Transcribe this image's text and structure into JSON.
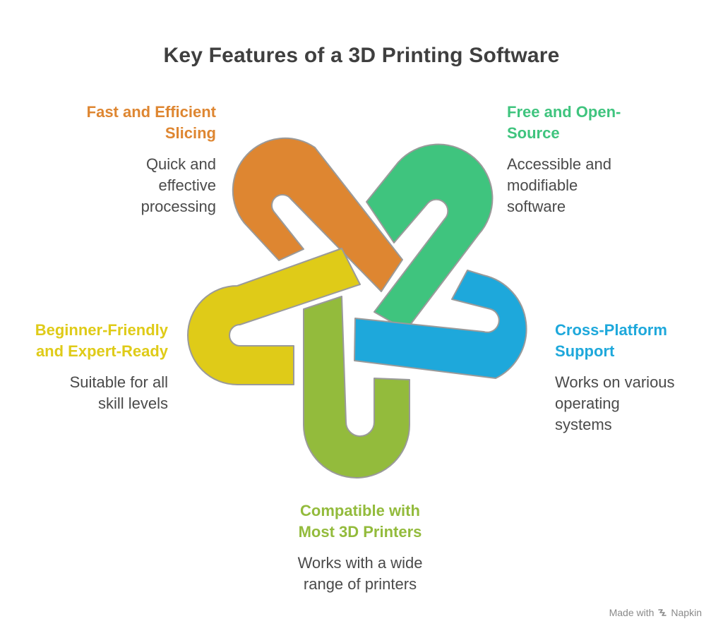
{
  "title": "Key Features of a 3D Printing Software",
  "features": {
    "orange": {
      "heading": "Fast and Efficient\nSlicing",
      "description": "Quick and\neffective\nprocessing",
      "color": "#DE8631"
    },
    "green": {
      "heading": "Free and Open-\nSource",
      "description": "Accessible and\nmodifiable\nsoftware",
      "color": "#3FC47E"
    },
    "yellow": {
      "heading": "Beginner-Friendly\nand Expert-Ready",
      "description": "Suitable for all\nskill levels",
      "color": "#DFCB18"
    },
    "blue": {
      "heading": "Cross-Platform\nSupport",
      "description": "Works on various\noperating\nsystems",
      "color": "#1EA8DB"
    },
    "lime": {
      "heading": "Compatible with\nMost 3D Printers",
      "description": "Works with a wide\nrange of printers",
      "color": "#93BB3C"
    }
  },
  "watermark": {
    "prefix": "Made with",
    "brand": "Napkin",
    "icon": "napkin-logo-icon"
  }
}
